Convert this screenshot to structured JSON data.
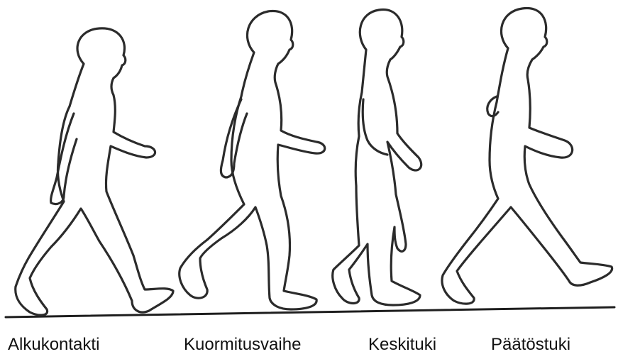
{
  "figure": {
    "phases": [
      {
        "label": "Alkukontakti"
      },
      {
        "label": "Kuormitusvaihe"
      },
      {
        "label": "Keskituki"
      },
      {
        "label": "Päätöstuki"
      }
    ]
  }
}
